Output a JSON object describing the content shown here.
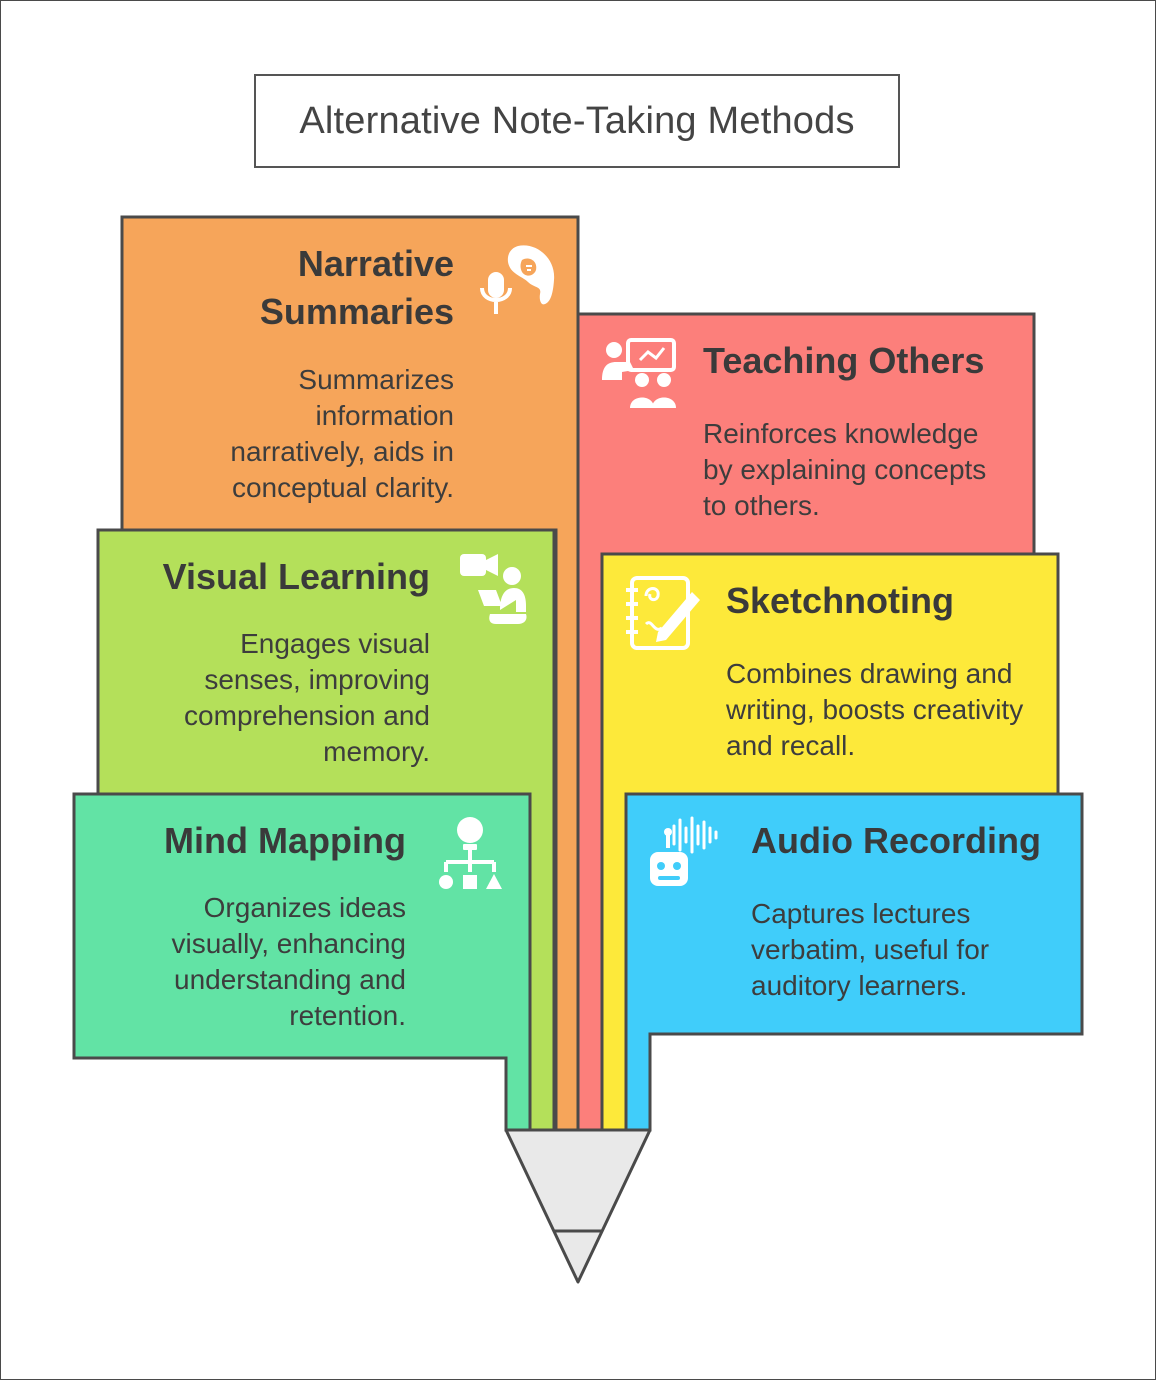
{
  "title": "Alternative Note-Taking Methods",
  "colors": {
    "narrative": "#f6a55a",
    "teaching": "#fc7f7b",
    "visual": "#b4e05a",
    "sketch": "#fde93a",
    "mind": "#62e3a5",
    "audio": "#40cdfa",
    "stroke": "#4a4a4a",
    "tip": "#e9e9e9"
  },
  "items": {
    "narrative": {
      "heading": "Narrative Summaries",
      "description": "Summarizes information narratively, aids in conceptual clarity.",
      "icon": "voice-narration-icon"
    },
    "teaching": {
      "heading": "Teaching Others",
      "description": "Reinforces knowledge by explaining concepts to others.",
      "icon": "teacher-presentation-icon"
    },
    "visual": {
      "heading": "Visual Learning",
      "description": "Engages visual senses, improving comprehension and memory.",
      "icon": "video-learner-icon"
    },
    "sketch": {
      "heading": "Sketchnoting",
      "description": "Combines drawing and writing, boosts creativity and recall.",
      "icon": "sketch-notebook-icon"
    },
    "mind": {
      "heading": "Mind Mapping",
      "description": "Organizes ideas visually, enhancing understanding and retention.",
      "icon": "idea-map-icon"
    },
    "audio": {
      "heading": "Audio Recording",
      "description": "Captures lectures verbatim, useful for auditory learners.",
      "icon": "audio-robot-icon"
    }
  }
}
